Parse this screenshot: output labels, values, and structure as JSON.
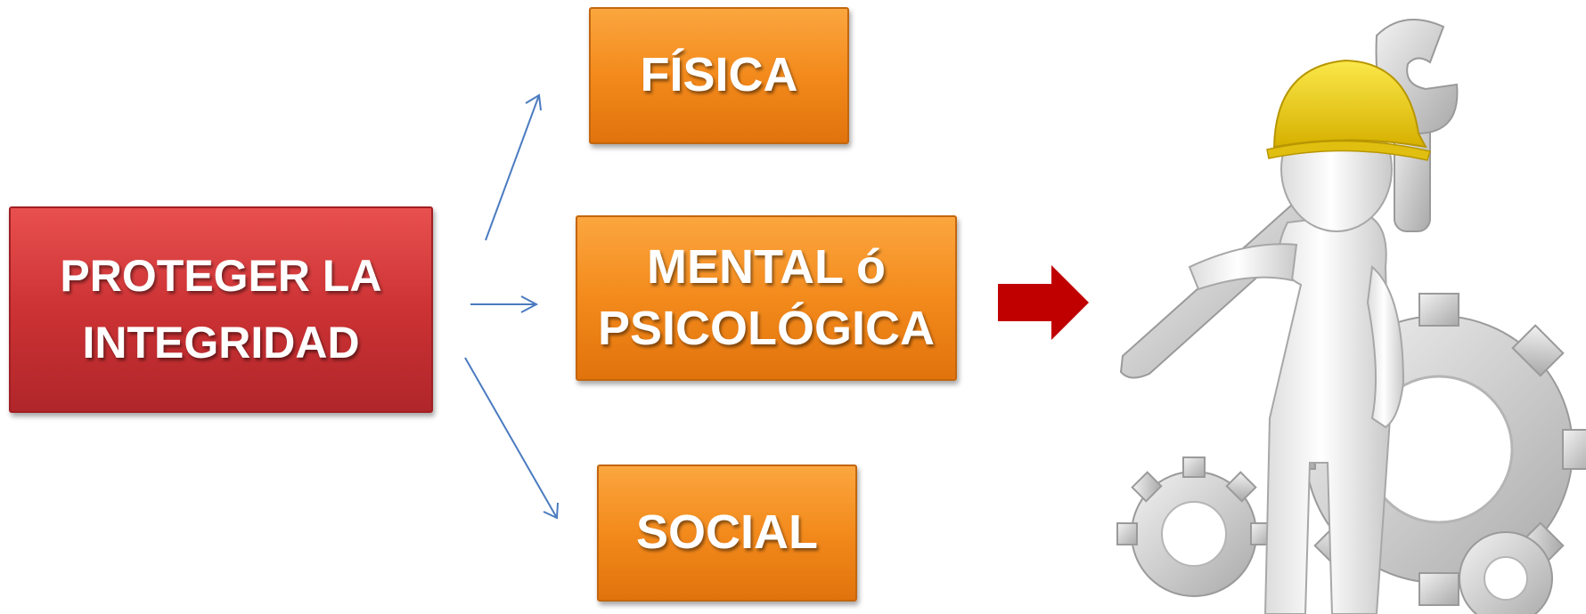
{
  "diagram": {
    "main": {
      "label": "PROTEGER LA\nINTEGRIDAD"
    },
    "branches": [
      {
        "id": "fisica",
        "label": "FÍSICA"
      },
      {
        "id": "mental",
        "label": "MENTAL ó\nPSICOLÓGICA"
      },
      {
        "id": "social",
        "label": "SOCIAL"
      }
    ],
    "colors": {
      "main_box": "#cc3234",
      "branch_box": "#f38a1c",
      "connector": "#4a7bc0",
      "block_arrow": "#c00000",
      "helmet": "#f2d21a"
    }
  },
  "illustration": {
    "icon": "worker-with-wrench-and-gears-icon"
  }
}
